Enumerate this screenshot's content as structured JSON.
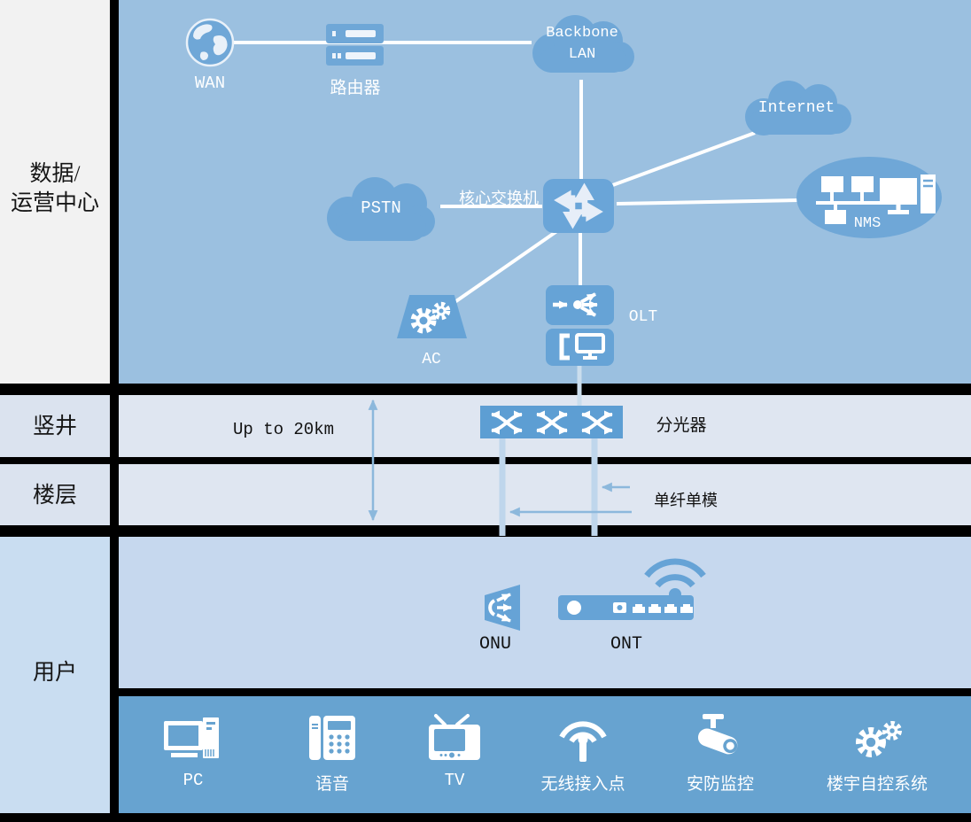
{
  "zones": {
    "datacenter_line1": "数据/",
    "datacenter_line2": "运营中心",
    "shaft": "竖井",
    "floor": "楼层",
    "user": "用户"
  },
  "nodes": {
    "wan": "WAN",
    "router": "路由器",
    "backbone_line1": "Backbone",
    "backbone_line2": "LAN",
    "internet": "Internet",
    "pstn": "PSTN",
    "core_switch": "核心交换机",
    "nms": "NMS",
    "ac": "AC",
    "olt": "OLT",
    "splitter": "分光器",
    "onu": "ONU",
    "ont": "ONT"
  },
  "annotations": {
    "distance": "Up to 20km",
    "fiber_mode": "单纤单模"
  },
  "devices": [
    {
      "label": "PC"
    },
    {
      "label": "语音"
    },
    {
      "label": "TV"
    },
    {
      "label": "无线接入点"
    },
    {
      "label": "安防监控"
    },
    {
      "label": "楼宇自控系统"
    }
  ],
  "colors": {
    "main_bg": "#9bc0e0",
    "shaft_floor_bg": "#dfe6f1",
    "user_top_bg": "#c6d8ee",
    "device_row_bg": "#67a3d0",
    "left_datacenter_bg": "#f2f2f2",
    "left_shaft_floor_bg": "#dbe3ef",
    "left_user_bg": "#c9ddf1",
    "icon_blue": "#6fa7d7",
    "node_blue": "#66a3d6",
    "line_white": "#ffffff",
    "fiber_line": "#bfd6ec",
    "arrow_blue": "#8cb8dc",
    "separator": "#000000"
  }
}
